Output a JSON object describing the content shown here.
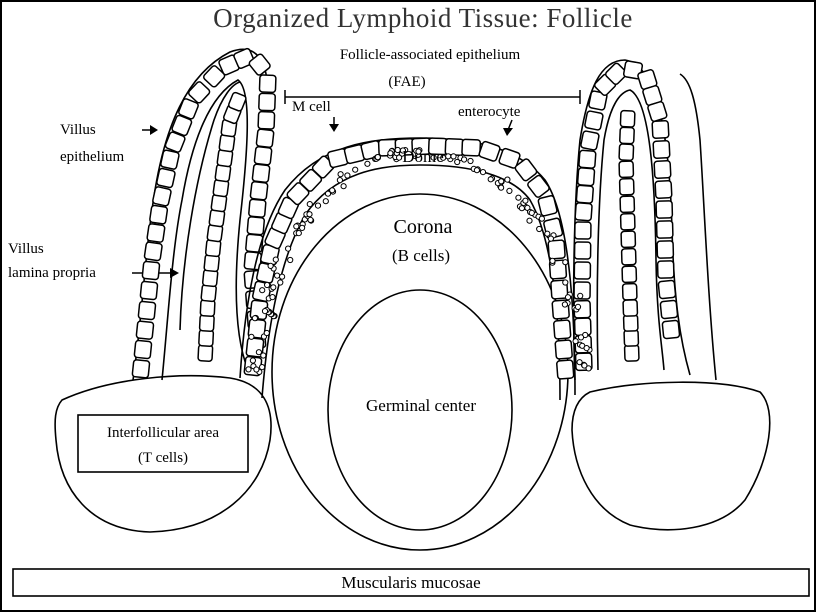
{
  "title": "Organized Lymphoid Tissue:  Follicle",
  "labels": {
    "fae_line1": "Follicle-associated epithelium",
    "fae_line2": "(FAE)",
    "m_cell": "M cell",
    "enterocyte": "enterocyte",
    "villus_epithelium_1": "Villus",
    "villus_epithelium_2": "epithelium",
    "villus_lamina_1": "Villus",
    "villus_lamina_2": "lamina propria",
    "dome": "Dome",
    "corona_1": "Corona",
    "corona_2": "(B cells)",
    "germinal_center": "Germinal center",
    "interfollicular_1": "Interfollicular area",
    "interfollicular_2": "(T cells)",
    "muscularis": "Muscularis mucosae"
  }
}
